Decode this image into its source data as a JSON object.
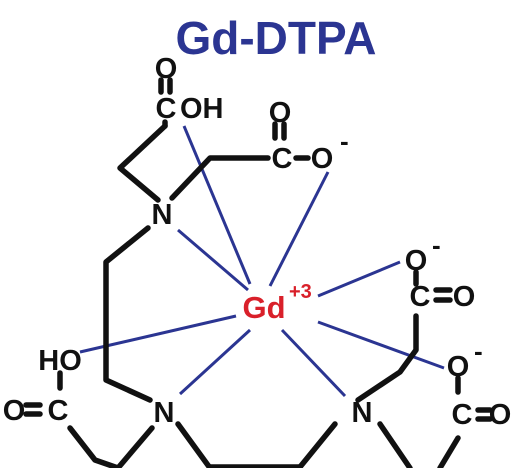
{
  "title": "Gd-DTPA",
  "colors": {
    "title": "#2b3592",
    "bond": "#111111",
    "coordination": "#2b3592",
    "metal": "#d9202a"
  },
  "atoms": {
    "n_top": "N",
    "n_bottom_left": "N",
    "n_bottom_right": "N",
    "o": "O",
    "c": "C",
    "oh": "OH",
    "ho": "HO",
    "minus": "-"
  },
  "metal": {
    "symbol": "Gd",
    "charge": "+3"
  }
}
